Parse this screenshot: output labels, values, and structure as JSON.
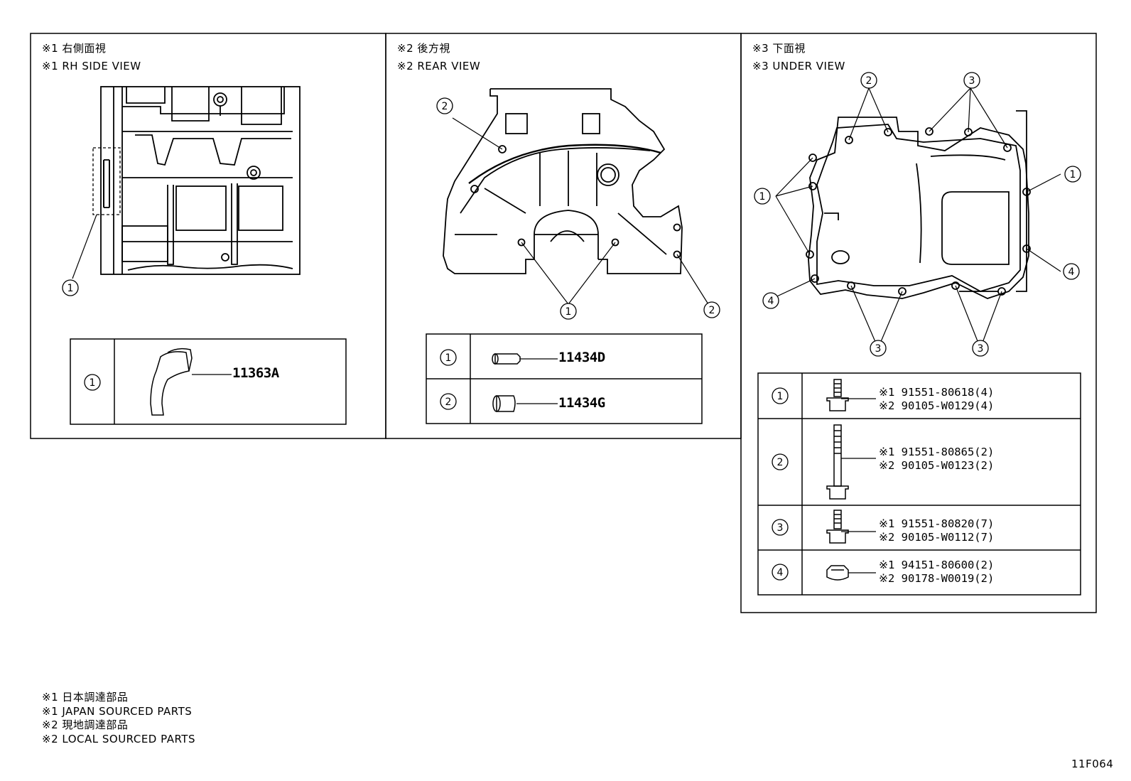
{
  "panels": [
    {
      "title_jp": "※1 右側面視",
      "title_en": "※1 RH SIDE VIEW"
    },
    {
      "title_jp": "※2 後方視",
      "title_en": "※2 REAR VIEW"
    },
    {
      "title_jp": "※3 下面視",
      "title_en": "※3 UNDER VIEW"
    }
  ],
  "callouts": [
    "1",
    "2",
    "3",
    "4"
  ],
  "rh_parts": [
    {
      "index": "1",
      "part_no": "11363A"
    }
  ],
  "rear_parts": [
    {
      "index": "1",
      "part_no": "11434D"
    },
    {
      "index": "2",
      "part_no": "11434G"
    }
  ],
  "under_parts": [
    {
      "index": "1",
      "line1": "※1 91551-80618(4)",
      "line2": "※2 90105-W0129(4)"
    },
    {
      "index": "2",
      "line1": "※1 91551-80865(2)",
      "line2": "※2 90105-W0123(2)"
    },
    {
      "index": "3",
      "line1": "※1 91551-80820(7)",
      "line2": "※2 90105-W0112(7)"
    },
    {
      "index": "4",
      "line1": "※1 94151-80600(2)",
      "line2": "※2 90178-W0019(2)"
    }
  ],
  "legend": [
    "※1  日本調達部品",
    "※1  JAPAN SOURCED PARTS",
    "※2  現地調達部品",
    "※2  LOCAL SOURCED PARTS"
  ],
  "figure_code": "11F064"
}
